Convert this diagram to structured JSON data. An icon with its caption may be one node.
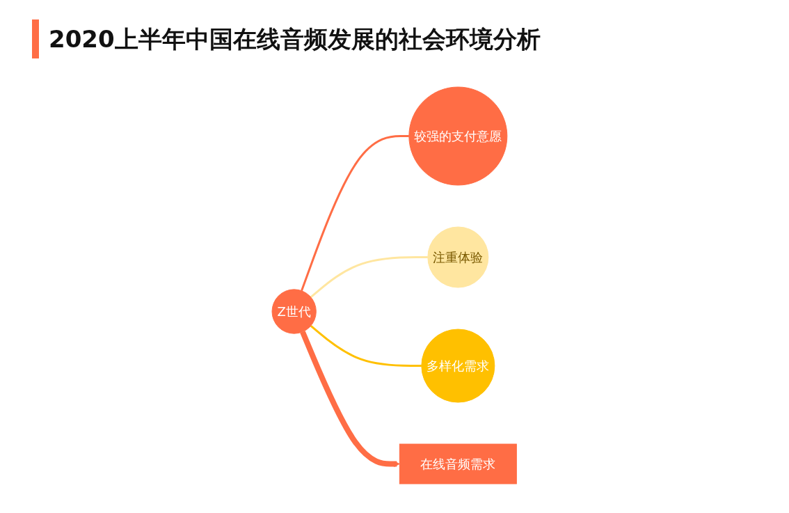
{
  "diagram": {
    "title": "2020上半年中国在线音频发展的社会环境分析",
    "nodes": [
      {
        "text": [
          "较强的支付意愿"
        ]
      },
      {
        "text": [
          "Z世代"
        ]
      },
      {
        "text": [
          "注重体验"
        ]
      },
      {
        "text": [
          "多样化需求"
        ]
      },
      {
        "text": [
          "在线音频需求"
        ]
      }
    ],
    "edges": [
      {
        "from": 1,
        "to": 0,
        "arrow": "none",
        "color": "#ff6d45"
      },
      {
        "from": 1,
        "to": 2,
        "arrow": "none",
        "color": "#ffe6a0"
      },
      {
        "from": 1,
        "to": 3,
        "arrow": "none",
        "color": "#ffc000"
      },
      {
        "from": 1,
        "to": 4,
        "arrow": "to",
        "style": "thick",
        "color": "#ff6d45"
      }
    ]
  }
}
